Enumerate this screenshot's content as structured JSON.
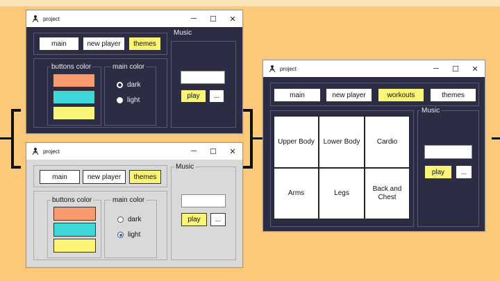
{
  "palette": {
    "background": "#fcc87a",
    "dark_body": "#2c2c44",
    "light_body": "#d9d9d9",
    "accent_yellow": "#faf477",
    "swatch_salmon": "#fa9a6e",
    "swatch_cyan": "#3fd8d8",
    "swatch_yellow": "#faf477"
  },
  "win_dark": {
    "title": "project",
    "tabs": [
      "main",
      "new player",
      "themes"
    ],
    "active_tab": "themes",
    "buttons_color_label": "buttons color",
    "main_color_label": "main color",
    "radio_dark": "dark",
    "radio_light": "light",
    "selected_theme": "dark",
    "music_label": "Music",
    "play_label": "play",
    "more_label": "..."
  },
  "win_light": {
    "title": "project",
    "tabs": [
      "main",
      "new player",
      "themes"
    ],
    "active_tab": "themes",
    "buttons_color_label": "buttons color",
    "main_color_label": "main color",
    "radio_dark": "dark",
    "radio_light": "light",
    "selected_theme": "light",
    "music_label": "Music",
    "play_label": "play",
    "more_label": "..."
  },
  "win_workouts": {
    "title": "project",
    "tabs": [
      "main",
      "new player",
      "workouts",
      "themes"
    ],
    "active_tab": "workouts",
    "grid": [
      "Upper Body",
      "Lower Body",
      "Cardio",
      "Arms",
      "Legs",
      "Back and Chest"
    ],
    "music_label": "Music",
    "play_label": "play",
    "more_label": "..."
  },
  "icons": {
    "app": "person-icon",
    "minimize": "minimize-icon",
    "maximize": "maximize-icon",
    "close": "close-icon"
  }
}
